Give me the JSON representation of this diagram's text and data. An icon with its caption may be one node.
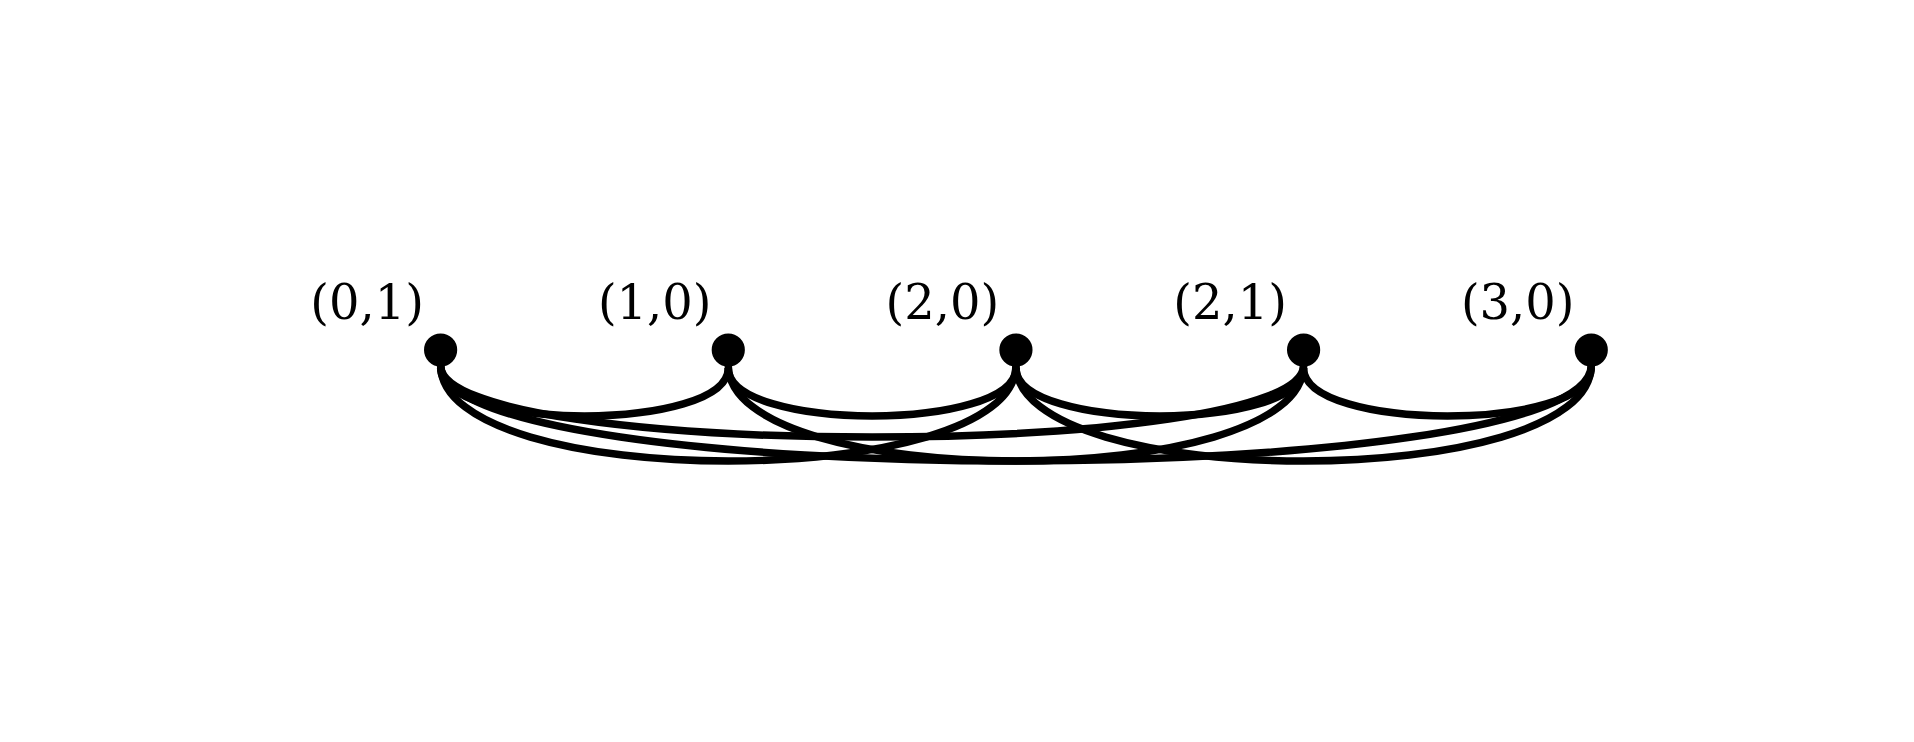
{
  "diagram": {
    "nodes": [
      {
        "text": [],
        "shape": "circle",
        "beside": [
          "(0,1)"
        ]
      },
      {
        "text": [],
        "shape": "circle",
        "beside": [
          "(1,0)"
        ]
      },
      {
        "text": [],
        "shape": "circle",
        "beside": [
          "(2,0)"
        ]
      },
      {
        "text": [],
        "shape": "circle",
        "beside": [
          "(2,1)"
        ]
      },
      {
        "text": [],
        "shape": "circle",
        "beside": [
          "(3,0)"
        ]
      }
    ],
    "edges": [
      {
        "from": 0,
        "to": 1,
        "arrow": "none"
      },
      {
        "from": 1,
        "to": 2,
        "arrow": "none"
      },
      {
        "from": 2,
        "to": 3,
        "arrow": "none"
      },
      {
        "from": 3,
        "to": 4,
        "arrow": "none"
      },
      {
        "from": 0,
        "to": 2,
        "arrow": "none"
      },
      {
        "from": 2,
        "to": 4,
        "arrow": "none"
      },
      {
        "from": 1,
        "to": 3,
        "arrow": "none"
      },
      {
        "from": 0,
        "to": 3,
        "arrow": "none"
      },
      {
        "from": 0,
        "to": 4,
        "arrow": "none"
      }
    ]
  }
}
